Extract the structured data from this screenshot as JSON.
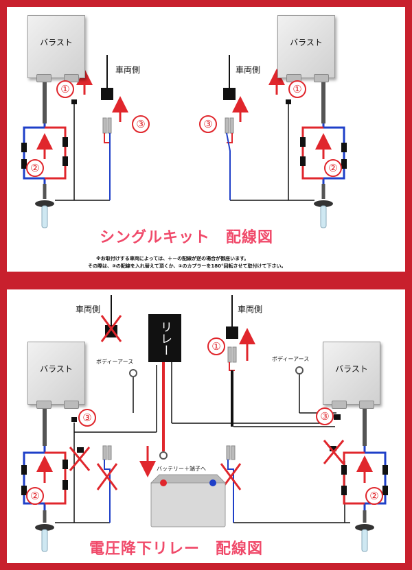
{
  "single": {
    "ballast_left": "バラスト",
    "ballast_right": "バラスト",
    "vehicle_left": "車両側",
    "vehicle_right": "車両側",
    "num1": "①",
    "num2": "②",
    "num3": "③",
    "title": "シングルキット　配線図",
    "note1": "※お取付けする車両によっては、＋－の配線が逆の場合が御座います。",
    "note2": "その際は、③の配線を入れ替えて頂くか、①のカプラーを180°回転させて取付けて下さい。"
  },
  "relay_kit": {
    "ballast_left": "バラスト",
    "ballast_right": "バラスト",
    "vehicle_left": "車両側",
    "vehicle_right": "車両側",
    "relay_label": "リレー",
    "body_earth_left": "ボディーアース",
    "body_earth_right": "ボディーアース",
    "battery_label": "バッテリー＋端子へ",
    "num1": "①",
    "num2": "②",
    "num3": "③",
    "title": "電圧降下リレー　配線図"
  },
  "colors": {
    "frame": "#c8202d",
    "arrow": "#e0262c",
    "title": "#f04a6a",
    "plus_wire": "#e0262c",
    "minus_wire": "#1e3fc8"
  }
}
